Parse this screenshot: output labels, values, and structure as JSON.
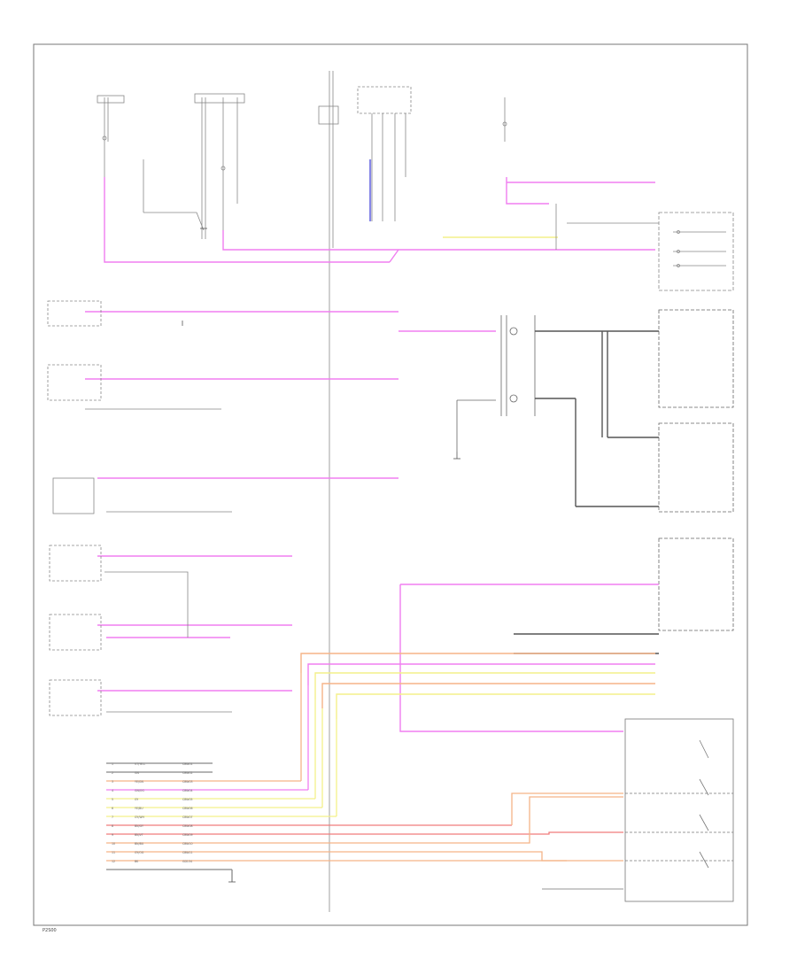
{
  "footer_code": "P2S00",
  "colors": {
    "violet_wire": "#f07ef0",
    "yellow_wire": "#f4f08a",
    "orange_wire": "#f5b487",
    "red_wire": "#f07c7c",
    "frame": "#777777",
    "black_wire": "#555555"
  },
  "pin_block_rows": [
    {
      "pin": "1",
      "color": "VT/YE-L",
      "circuit": "CBW01"
    },
    {
      "pin": "2",
      "color": "GN",
      "circuit": "CBW02"
    },
    {
      "pin": "3",
      "color": "YE/GN",
      "circuit": "CBW03"
    },
    {
      "pin": "4",
      "color": "GN/OG",
      "circuit": "CBW04"
    },
    {
      "pin": "5",
      "color": "GY",
      "circuit": "CBW05"
    },
    {
      "pin": "6",
      "color": "YE/BU",
      "circuit": "CBW06"
    },
    {
      "pin": "7",
      "color": "GY/WH",
      "circuit": "CBW07"
    },
    {
      "pin": "8",
      "color": "BN/GY",
      "circuit": "CBW08"
    },
    {
      "pin": "9",
      "color": "BN/VT",
      "circuit": "CBW09"
    },
    {
      "pin": "10",
      "color": "BN/BU",
      "circuit": "CBW10"
    },
    {
      "pin": "11",
      "color": "GY/OG",
      "circuit": "CBW11"
    },
    {
      "pin": "12",
      "color": "BK",
      "circuit": "GD134"
    }
  ]
}
